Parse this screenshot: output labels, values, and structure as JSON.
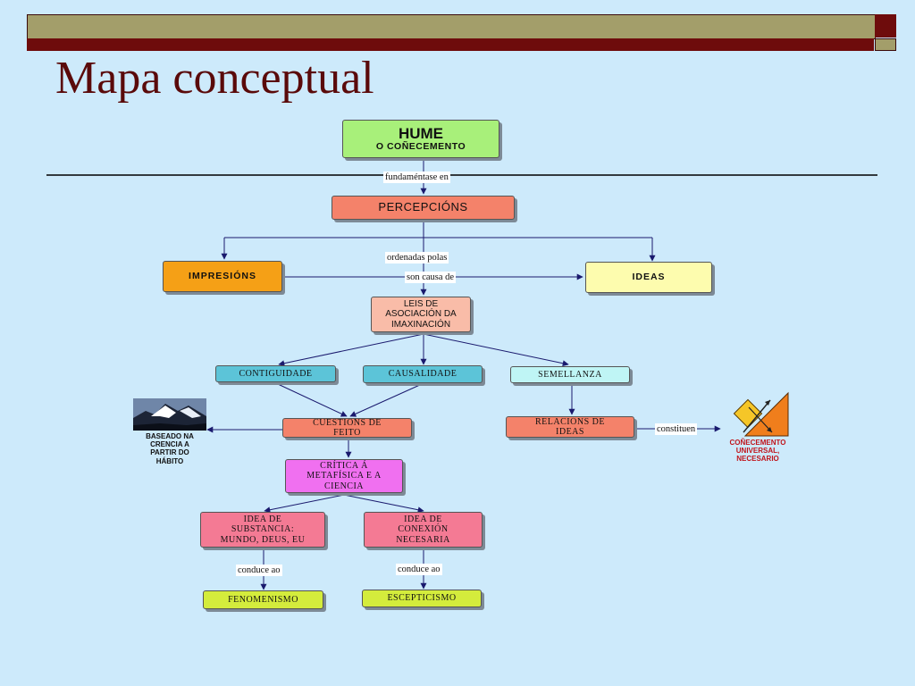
{
  "slide": {
    "title": "Mapa conceptual"
  },
  "nodes": {
    "hume": {
      "title": "HUME",
      "subtitle": "O COÑECEMENTO"
    },
    "percepcions": "PERCEPCIÓNS",
    "impresions": "IMPRESIÓNS",
    "ideas": "IDEAS",
    "leis": [
      "LEIS DE",
      "ASOCIACIÓN DA",
      "IMAXINACIÓN"
    ],
    "contiguidade": "CONTIGUIDADE",
    "causalidade": "CAUSALIDADE",
    "semellanza": "SEMELLANZA",
    "cuestions": [
      "CUESTIÓNS DE",
      "FEITO"
    ],
    "relacions": [
      "RELACIÓNS DE",
      "IDEAS"
    ],
    "critica": [
      "CRÍTICA Á",
      "METAFÍSICA E A",
      "CIENCIA"
    ],
    "substancia": [
      "IDEA DE",
      "SUBSTANCIA:",
      "MUNDO, DEUS, EU"
    ],
    "conexion": [
      "IDEA DE",
      "CONEXIÓN",
      "NECESARIA"
    ],
    "fenomenismo": "FENOMENISMO",
    "escepticismo": "ESCEPTICISMO"
  },
  "links": {
    "fundamentase": "fundaméntase en",
    "ordenadas": "ordenadas polas",
    "son_causa": "son causa de",
    "constituen": "constituen",
    "conduce_left": "conduce ao",
    "conduce_right": "conduce ao"
  },
  "icons": {
    "mountain_caption": [
      "BASEADO NA",
      "CRENCIA A",
      "PARTIR DO",
      "HÁBITO"
    ],
    "geometry_caption": [
      "COÑECEMENTO",
      "UNIVERSAL,",
      "NECESARIO"
    ]
  },
  "colors": {
    "background": "#cdeafb",
    "title": "#5a0a0a",
    "hume": "#a8f07a",
    "salmon": "#f4826a",
    "orange": "#f5a016",
    "yellow": "#fdfcae",
    "peach": "#f9bca8",
    "teal": "#5cc4d8",
    "cyan": "#bff5f5",
    "magenta": "#f070f0",
    "pink": "#f47a94",
    "lime": "#d4ec3c",
    "arrow": "#1a1a6e"
  }
}
